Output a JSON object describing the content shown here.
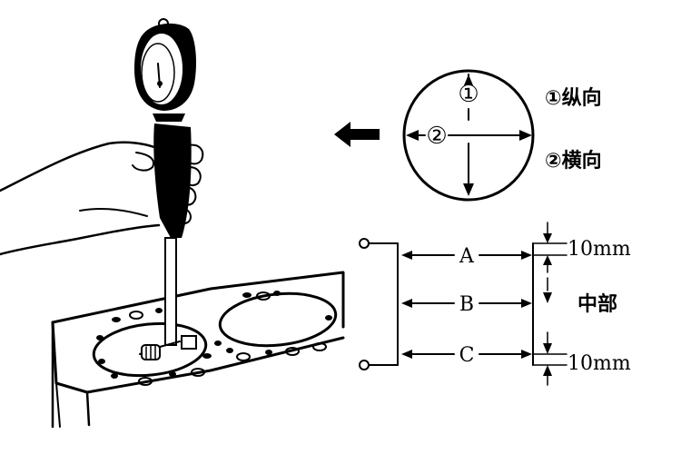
{
  "circle_legend": {
    "marker_1": "①",
    "marker_2": "②",
    "item_1": "①纵向",
    "item_2": "②横向"
  },
  "bore_positions": {
    "a": "A",
    "b": "B",
    "c": "C",
    "top_offset": "10mm",
    "middle": "中部",
    "bottom_offset": "10mm"
  }
}
